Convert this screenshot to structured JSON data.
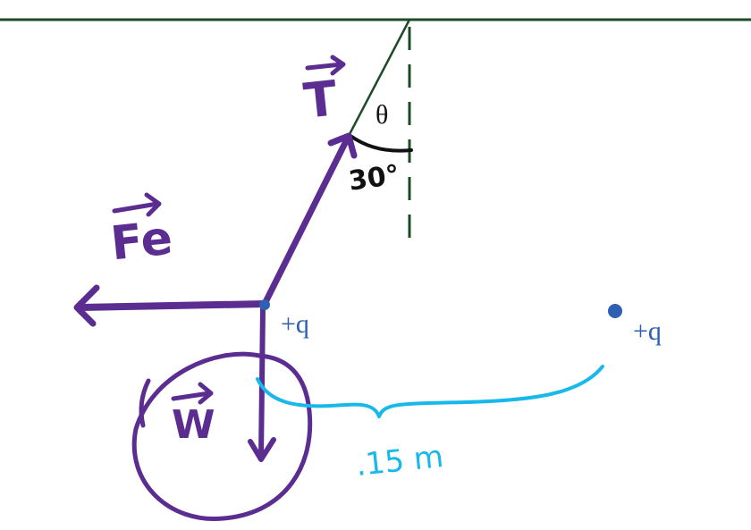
{
  "colors": {
    "background": "#ffffff",
    "ceiling_line": "#1e4a2a",
    "string_line": "#1e4a2a",
    "vector_purple": "#5b2d91",
    "charge_blue": "#2f5fb3",
    "distance_cyan": "#18b8ea",
    "angle_black": "#111111"
  },
  "labels": {
    "theta": "θ",
    "angle_value": "30°",
    "tension": "T",
    "electric_force": "Fe",
    "weight": "W",
    "charge_left": "+q",
    "charge_right": "+q",
    "distance": ".15 m"
  },
  "icons": {
    "charge_dot": "filled-circle",
    "vector_arrow": "arrow-with-overline"
  }
}
